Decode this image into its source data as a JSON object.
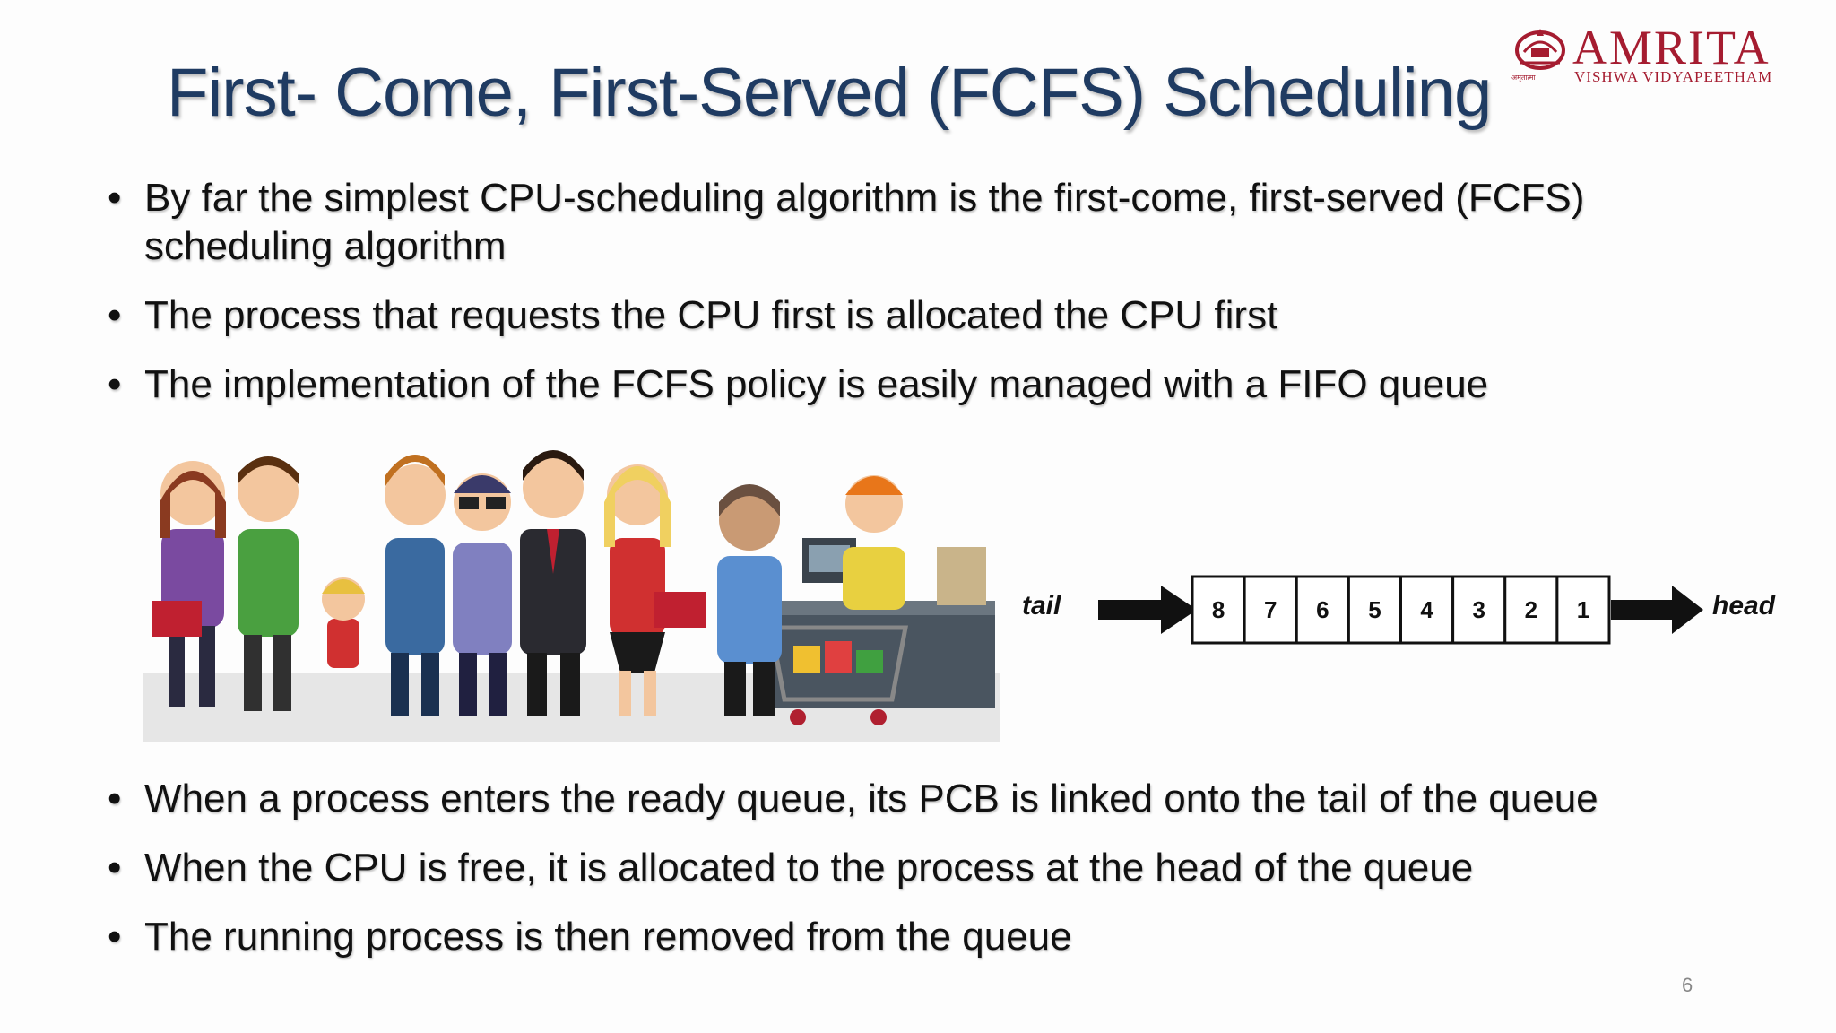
{
  "slide": {
    "title": "First- Come, First-Served (FCFS) Scheduling",
    "page_number": "6"
  },
  "logo": {
    "name": "AMRITA",
    "subtitle": "VISHWA VIDYAPEETHAM",
    "tagline": "अमृतात्मा"
  },
  "bullets_top": [
    "By far the simplest CPU-scheduling algorithm is the first-come, first-served (FCFS) scheduling algorithm",
    "The process that requests the CPU first is allocated the CPU first",
    "The implementation of the FCFS policy is easily managed with a FIFO queue"
  ],
  "bullets_bottom": [
    "When a process enters the ready queue, its PCB is linked onto the tail of the queue",
    "When the CPU is free, it is allocated to the process at the head of the queue",
    "The running process is then removed from the queue"
  ],
  "queue_diagram": {
    "tail_label": "tail",
    "head_label": "head",
    "cells": [
      "8",
      "7",
      "6",
      "5",
      "4",
      "3",
      "2",
      "1"
    ]
  },
  "colors": {
    "title": "#1f3b62",
    "logo": "#a51c30",
    "text": "#111111"
  }
}
